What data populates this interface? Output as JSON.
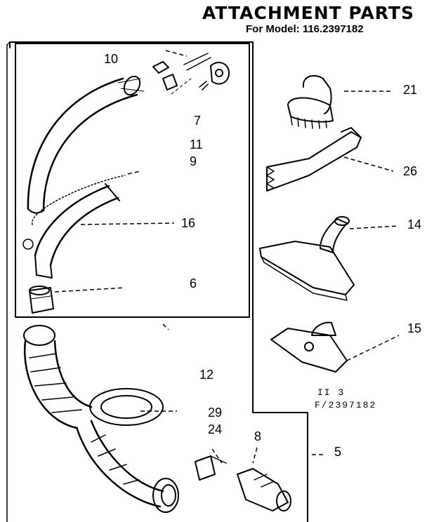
{
  "header": {
    "title": "ATTACHMENT PARTS",
    "subtitle": "For Model: 116.2397182"
  },
  "callouts": {
    "c10": "10",
    "c7": "7",
    "c11": "11",
    "c9": "9",
    "c16": "16",
    "c6": "6",
    "c12": "12",
    "c29": "29",
    "c24": "24",
    "c8": "8",
    "c5": "5",
    "c21": "21",
    "c26": "26",
    "c14": "14",
    "c15": "15"
  },
  "footer_codes": {
    "code_top": "II 3",
    "code_bottom": "F/2397182"
  }
}
